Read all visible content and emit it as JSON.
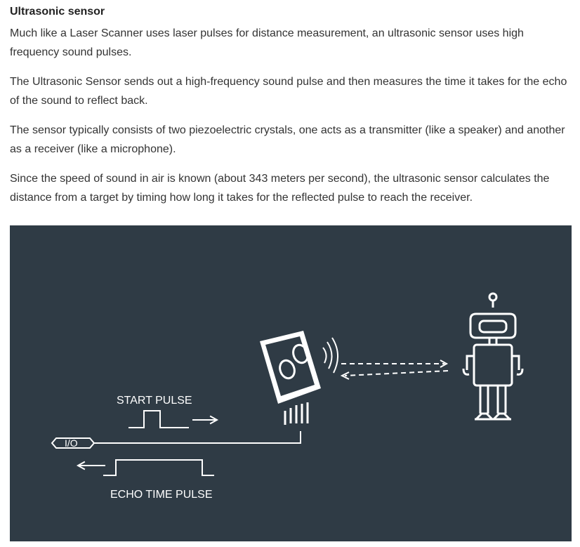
{
  "article": {
    "title": "Ultrasonic sensor",
    "paragraphs": [
      "Much like a Laser Scanner uses laser pulses for distance measurement, an ultrasonic sensor uses high frequency sound pulses.",
      "The Ultrasonic Sensor sends out a high-frequency sound pulse and then measures the time it takes for the echo of the sound to reflect back.",
      "The sensor typically consists of two piezoelectric crystals, one acts as a transmitter (like a speaker) and another as a receiver (like a microphone).",
      "Since the speed of sound in air is known (about 343 meters per second), the ultrasonic sensor calculates the distance from a target by timing how long it takes for the reflected pulse to reach the receiver."
    ]
  },
  "diagram": {
    "start_pulse_label": "START PULSE",
    "echo_pulse_label": "ECHO TIME PULSE",
    "io_label": "I/O",
    "colors": {
      "background": "#2f3b45",
      "line": "#ffffff"
    },
    "icons": [
      "ultrasonic-sensor-icon",
      "robot-icon",
      "sound-wave-icon"
    ]
  }
}
